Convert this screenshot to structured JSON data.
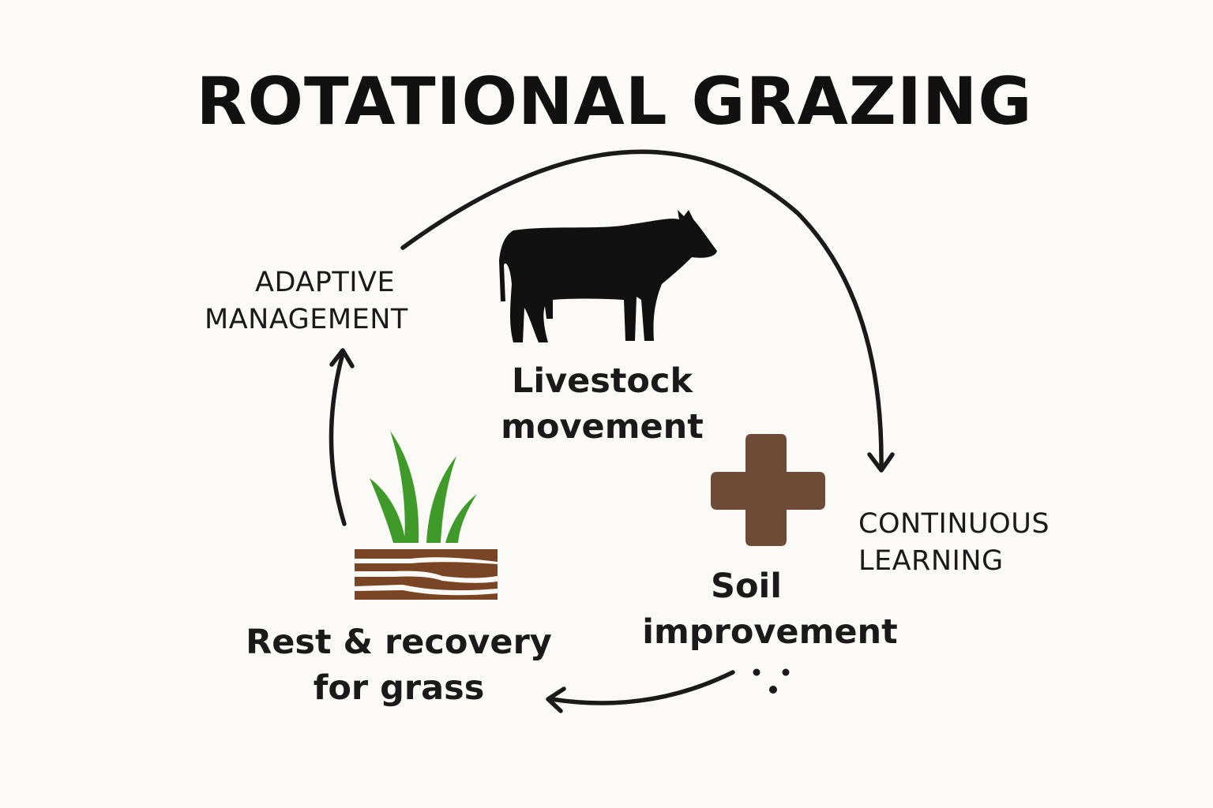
{
  "title": "ROTATIONAL GRAZING",
  "stages": {
    "livestock": {
      "line1": "Livestock",
      "line2": "movement",
      "icon": "cow-icon"
    },
    "soil": {
      "line1": "Soil",
      "line2": "improvement",
      "icon": "plus-icon",
      "color": "#6e4b36"
    },
    "rest": {
      "line1": "Rest & recovery",
      "line2": "for grass",
      "icon": "grass-soil-icon",
      "grass_color": "#3f9a2a",
      "soil_color": "#7a4525"
    }
  },
  "annotations": {
    "adaptive": {
      "line1": "ADAPTIVE",
      "line2": "MANAGEMENT"
    },
    "continuous": {
      "line1": "CONTINUOUS",
      "line2": "LEARNING"
    }
  },
  "colors": {
    "background": "#fbfaf6",
    "arrow": "#1a1a1a",
    "text": "#141414"
  }
}
